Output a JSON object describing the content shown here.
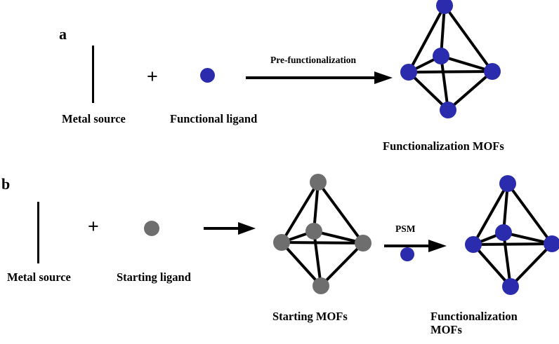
{
  "figure": {
    "type": "scheme",
    "description": "Two-route scheme for preparing functionalized metal-organic frameworks (MOFs)",
    "colors": {
      "functional_ligand_blue": "#2B2BAD",
      "starting_ligand_gray": "#6E6E6E",
      "edge_black": "#000000",
      "background": "#FFFFFF"
    }
  },
  "panels": [
    {
      "letter": "a",
      "route": "Pre-functionalization",
      "reactants": [
        {
          "name": "Metal source",
          "label": "Metal source",
          "glyph": "vertical-bar",
          "color": "#000000"
        },
        {
          "name": "Functional ligand",
          "label": "Functional ligand",
          "glyph": "circle",
          "color": "#2B2BAD"
        }
      ],
      "operator": "+",
      "arrows": [
        {
          "label": "Pre-functionalization",
          "direction": "right"
        }
      ],
      "product": {
        "label": "Functionalization MOFs",
        "node_color": "#2B2BAD",
        "node_count": 5,
        "shape": "octahedron"
      }
    },
    {
      "letter": "b",
      "route": "Post-synthetic modification",
      "reactants": [
        {
          "name": "Metal source",
          "label": "Metal source",
          "glyph": "vertical-bar",
          "color": "#000000"
        },
        {
          "name": "Starting ligand",
          "label": "Starting ligand",
          "glyph": "circle",
          "color": "#6E6E6E"
        }
      ],
      "operator": "+",
      "arrows": [
        {
          "label": "",
          "direction": "right"
        },
        {
          "label": "PSM",
          "direction": "right",
          "below_glyph": {
            "glyph": "circle",
            "color": "#2B2BAD"
          }
        }
      ],
      "intermediate": {
        "label": "Starting MOFs",
        "node_color": "#6E6E6E",
        "node_count": 5,
        "shape": "octahedron"
      },
      "product": {
        "label_line1": "Functionalization",
        "label_line2": "MOFs",
        "node_color": "#2B2BAD",
        "node_count": 5,
        "shape": "octahedron"
      }
    }
  ],
  "labels": {
    "panel_a_letter": "a",
    "panel_b_letter": "b",
    "metal_source_a": "Metal source",
    "functional_ligand": "Functional ligand",
    "pre_functionalization": "Pre-functionalization",
    "functionalization_mofs_a": "Functionalization MOFs",
    "metal_source_b": "Metal source",
    "starting_ligand": "Starting ligand",
    "starting_mofs": "Starting MOFs",
    "psm": "PSM",
    "functionalization_mofs_b_line1": "Functionalization",
    "functionalization_mofs_b_line2": "MOFs",
    "plus_a": "+",
    "plus_b": "+"
  }
}
